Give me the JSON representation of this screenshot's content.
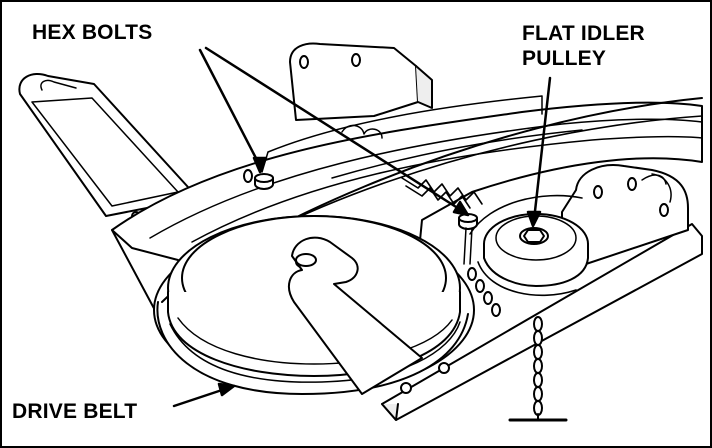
{
  "callouts": {
    "hex_bolts": "HEX BOLTS",
    "flat_idler_line1": "FLAT IDLER",
    "flat_idler_line2": "PULLEY",
    "drive_belt": "DRIVE BELT"
  },
  "colors": {
    "ink": "#000000",
    "paper": "#ffffff",
    "shade": "#d9d9d9",
    "light_shade": "#eeeeee"
  }
}
